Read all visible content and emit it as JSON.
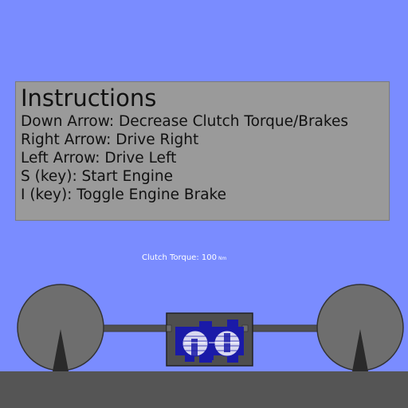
{
  "instructions": {
    "title": "Instructions",
    "lines": [
      "Down Arrow: Decrease Clutch Torque/Brakes",
      "Right Arrow: Drive Right",
      "Left Arrow: Drive Left",
      "S (key): Start Engine",
      "I (key): Toggle Engine Brake"
    ]
  },
  "hud": {
    "clutch_label": "Clutch Torque:",
    "clutch_value": "100",
    "clutch_unit": "Nm"
  },
  "colors": {
    "sky": "#7a8cff",
    "ground": "#555555",
    "wheel": "#6e6e6e",
    "panel": "#9a9a9a",
    "engine_body": "#4e4e4e",
    "engine_parts": "#1a1aa8"
  }
}
